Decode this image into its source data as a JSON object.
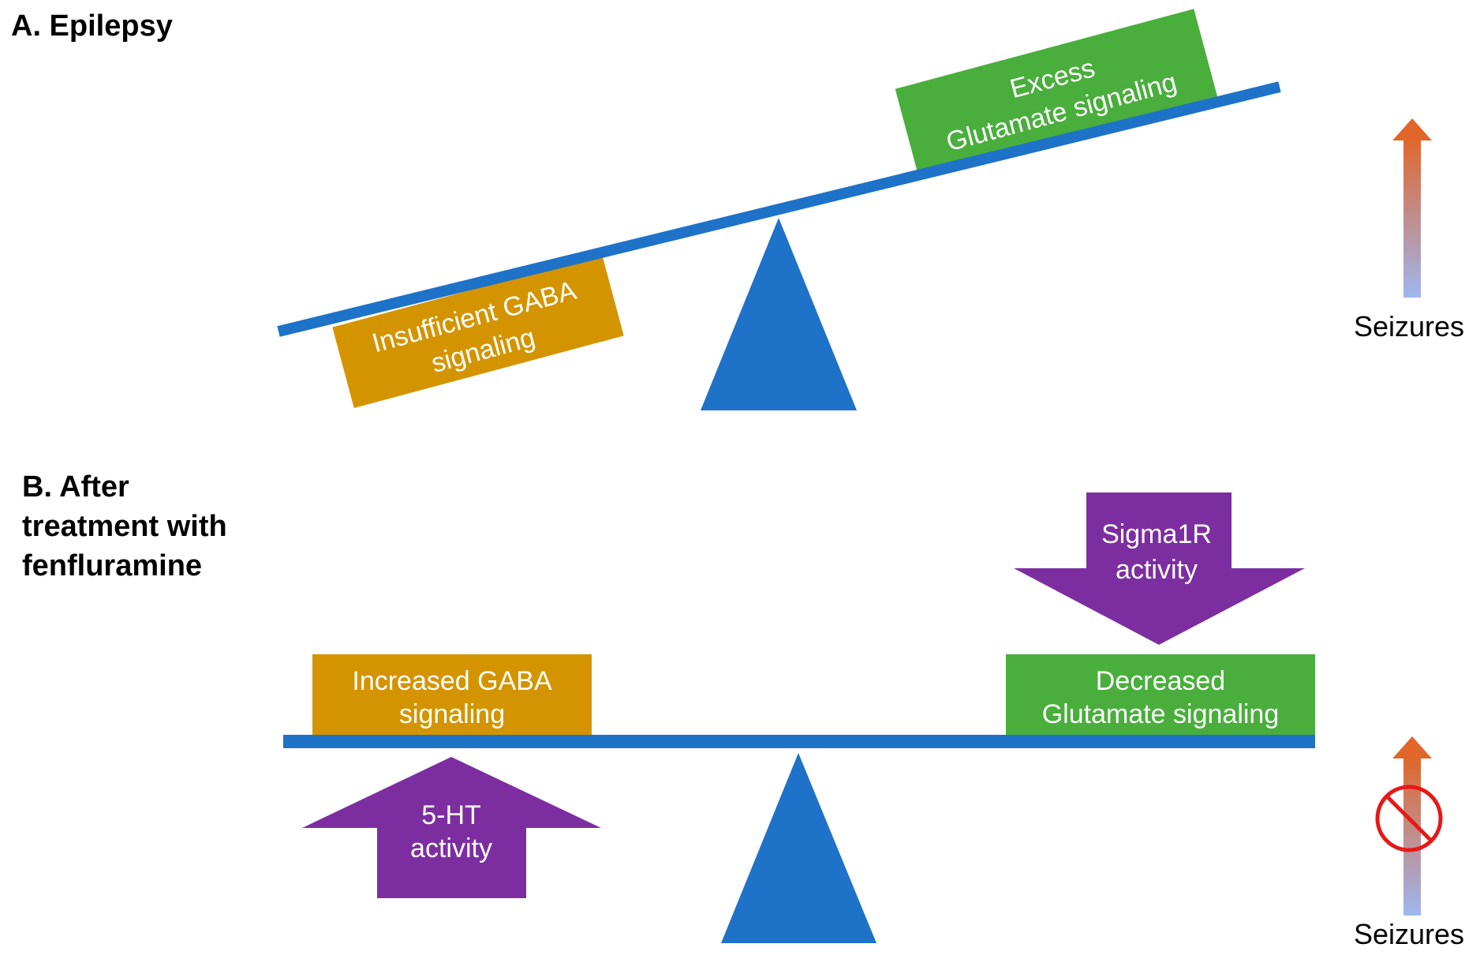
{
  "panel_a": {
    "heading": "A. Epilepsy",
    "left_box": {
      "line1": "Insufficient GABA",
      "line2": "signaling"
    },
    "right_box": {
      "line1": "Excess",
      "line2": "Glutamate signaling"
    },
    "seizures_label": "Seizures"
  },
  "panel_b": {
    "heading_line1": "B. After",
    "heading_line2": "treatment with",
    "heading_line3": "fenfluramine",
    "left_box": {
      "line1": "Increased GABA",
      "line2": "signaling"
    },
    "right_box": {
      "line1": "Decreased",
      "line2": "Glutamate signaling"
    },
    "up_arrow": {
      "line1": "5-HT",
      "line2": "activity"
    },
    "down_arrow": {
      "line1": "Sigma1R",
      "line2": "activity"
    },
    "seizures_label": "Seizures"
  },
  "colors": {
    "beam": "#1e72c8",
    "fulcrum": "#1e72c8",
    "gaba_box": "#d49400",
    "glutamate_box": "#4aae3c",
    "activity_arrow": "#7c2ea0",
    "seizure_arrow_top": "#e0662a",
    "seizure_arrow_bottom": "#9fb6f0",
    "prohibition": "#e81818"
  },
  "icons": {
    "seizure_arrow": "up-arrow-icon",
    "no_symbol": "prohibition-icon"
  }
}
